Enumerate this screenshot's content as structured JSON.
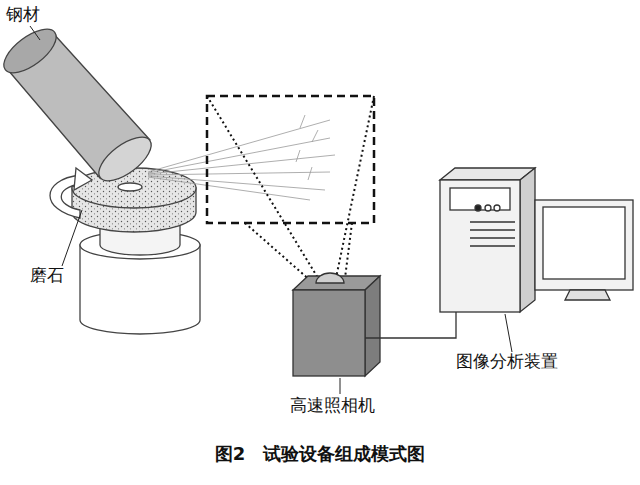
{
  "diagram": {
    "caption": "图2　试验设备组成模式图",
    "labels": [
      "钢材",
      "磨石",
      "高速照相机",
      "图像分析装置"
    ]
  }
}
